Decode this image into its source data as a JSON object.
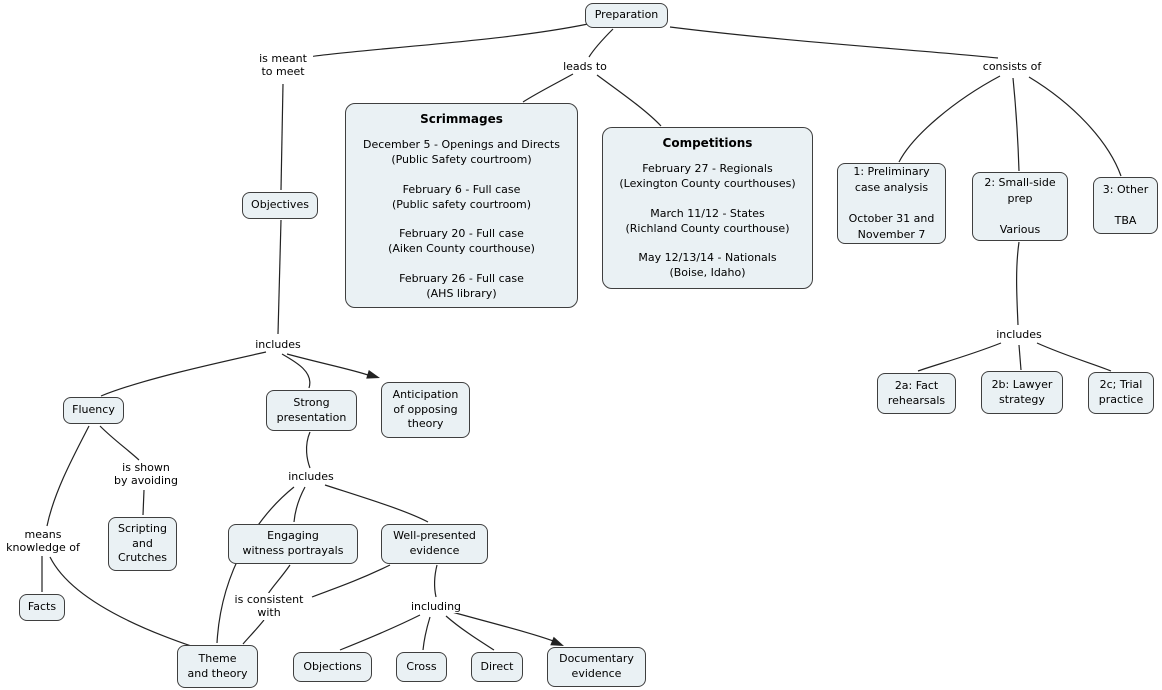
{
  "colors": {
    "node_fill": "#eaf1f4",
    "node_border": "#3f3f3f",
    "edge": "#222222",
    "text": "#000000"
  },
  "nodes": {
    "preparation": "Preparation",
    "objectives": "Objectives",
    "scrimmages": {
      "title": "Scrimmages",
      "body": "December 5 - Openings and Directs\n(Public Safety courtroom)\n\nFebruary 6 - Full case\n(Public safety courtroom)\n\nFebruary 20 - Full case\n(Aiken County courthouse)\n\nFebruary 26 - Full case\n(AHS library)"
    },
    "competitions": {
      "title": "Competitions",
      "body": "February 27 - Regionals\n(Lexington County courthouses)\n\nMarch 11/12 - States\n(Richland County courthouse)\n\nMay 12/13/14 - Nationals\n(Boise, Idaho)"
    },
    "preliminary": "1: Preliminary\ncase analysis\n\nOctober 31 and\nNovember 7",
    "small_side": "2: Small-side\nprep\n\nVarious",
    "other": "3: Other\n\nTBA",
    "fact_rehearsals": "2a: Fact\nrehearsals",
    "lawyer_strategy": "2b: Lawyer\nstrategy",
    "trial_practice": "2c; Trial\npractice",
    "fluency": "Fluency",
    "strong_presentation": "Strong\npresentation",
    "anticipation": "Anticipation\nof opposing\ntheory",
    "scripting": "Scripting\nand\nCrutches",
    "facts": "Facts",
    "engaging": "Engaging\nwitness portrayals",
    "well_presented": "Well-presented\nevidence",
    "theme": "Theme\nand theory",
    "objections": "Objections",
    "cross": "Cross",
    "direct": "Direct",
    "documentary": "Documentary\nevidence"
  },
  "links": {
    "is_meant_to_meet": "is meant\nto meet",
    "leads_to": "leads to",
    "consists_of": "consists of",
    "includes_objectives": "includes",
    "is_shown_by_avoiding": "is shown\nby avoiding",
    "means_knowledge_of": "means\nknowledge of",
    "includes_strong": "includes",
    "is_consistent_with": "is consistent\nwith",
    "including": "including",
    "includes_smallside": "includes"
  }
}
